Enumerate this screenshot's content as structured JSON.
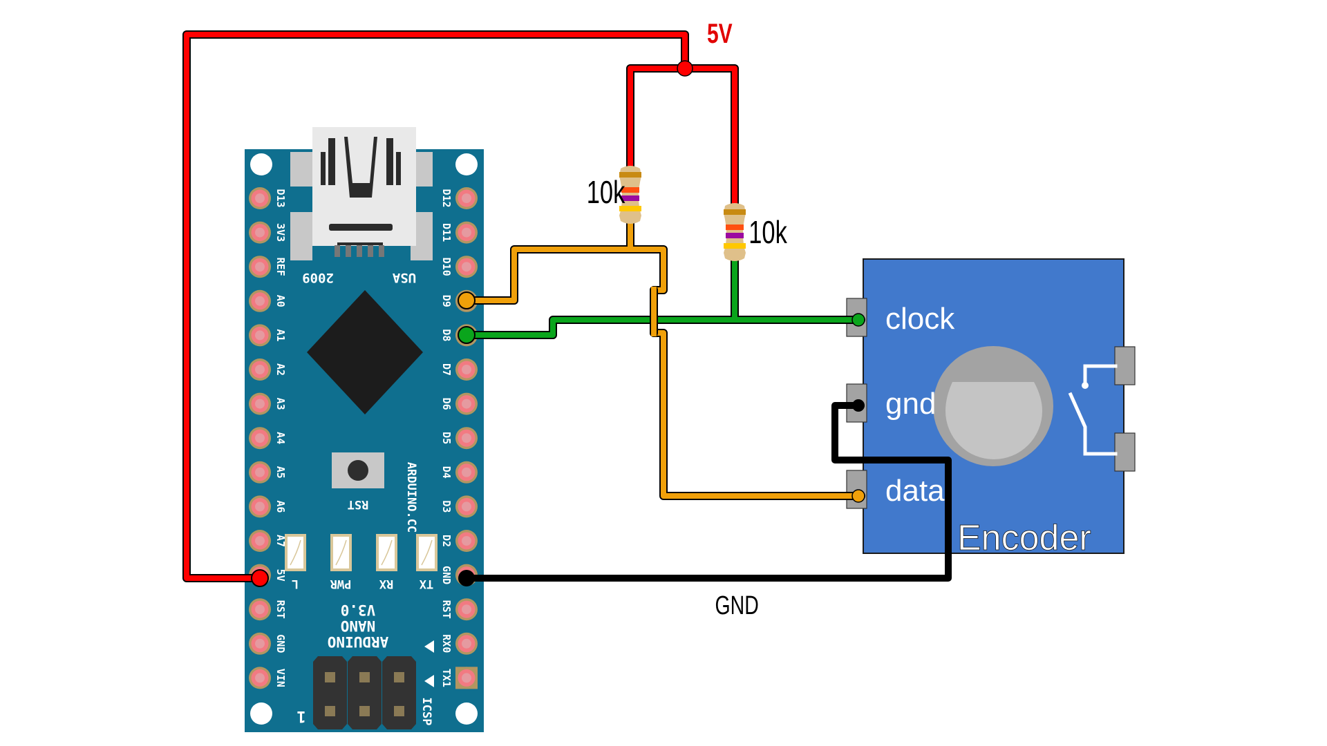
{
  "diagram": {
    "title": "Arduino Nano rotary encoder wiring",
    "colors": {
      "board": "#0f6f8f",
      "pin_pad": "#f27a82",
      "pin_ring": "#b29661",
      "wire_5v": "#ff0000",
      "wire_gnd": "#000000",
      "wire_clock": "#0aa51c",
      "wire_data": "#f0a00a",
      "encoder_body": "#4179cc",
      "encoder_pin": "#a3a3a3",
      "knob_outer": "#a3a3a3",
      "knob_inner": "#c4c4c4",
      "resistor_body": "#dfc08a",
      "label_5v": "#e10000"
    },
    "labels": {
      "supply": "5V",
      "ground": "GND",
      "resistor_1": "10k",
      "resistor_2": "10k"
    },
    "arduino": {
      "name": "Arduino Nano",
      "left_pins": [
        "D13",
        "3V3",
        "REF",
        "A0",
        "A1",
        "A2",
        "A3",
        "A4",
        "A5",
        "A6",
        "A7",
        "5V",
        "RST",
        "GND",
        "VIN"
      ],
      "right_pins": [
        "D12",
        "D11",
        "D10",
        "D9",
        "D8",
        "D7",
        "D6",
        "D5",
        "D4",
        "D3",
        "D2",
        "GND",
        "RST",
        "RX0",
        "TX1"
      ],
      "silkscreen": {
        "year": "2009",
        "country": "USA",
        "reset_button": "RST",
        "website": "ARDUINO.CC",
        "leds": [
          "L",
          "PWR",
          "RX",
          "TX"
        ],
        "model_line1": "ARDUINO",
        "model_line2": "NANO",
        "model_line3": "V3.0",
        "icsp": "ICSP",
        "pin1_mark": "1"
      }
    },
    "encoder": {
      "title": "Encoder",
      "pins": [
        "clock",
        "gnd",
        "data"
      ]
    },
    "connections": [
      {
        "from": "5V",
        "to": "10k resistors (pull-up)",
        "color": "red"
      },
      {
        "from": "D9",
        "to": "data",
        "color": "orange",
        "pullup": "10k"
      },
      {
        "from": "D8",
        "to": "clock",
        "color": "green",
        "pullup": "10k"
      },
      {
        "from": "GND",
        "to": "gnd",
        "color": "black"
      }
    ]
  }
}
